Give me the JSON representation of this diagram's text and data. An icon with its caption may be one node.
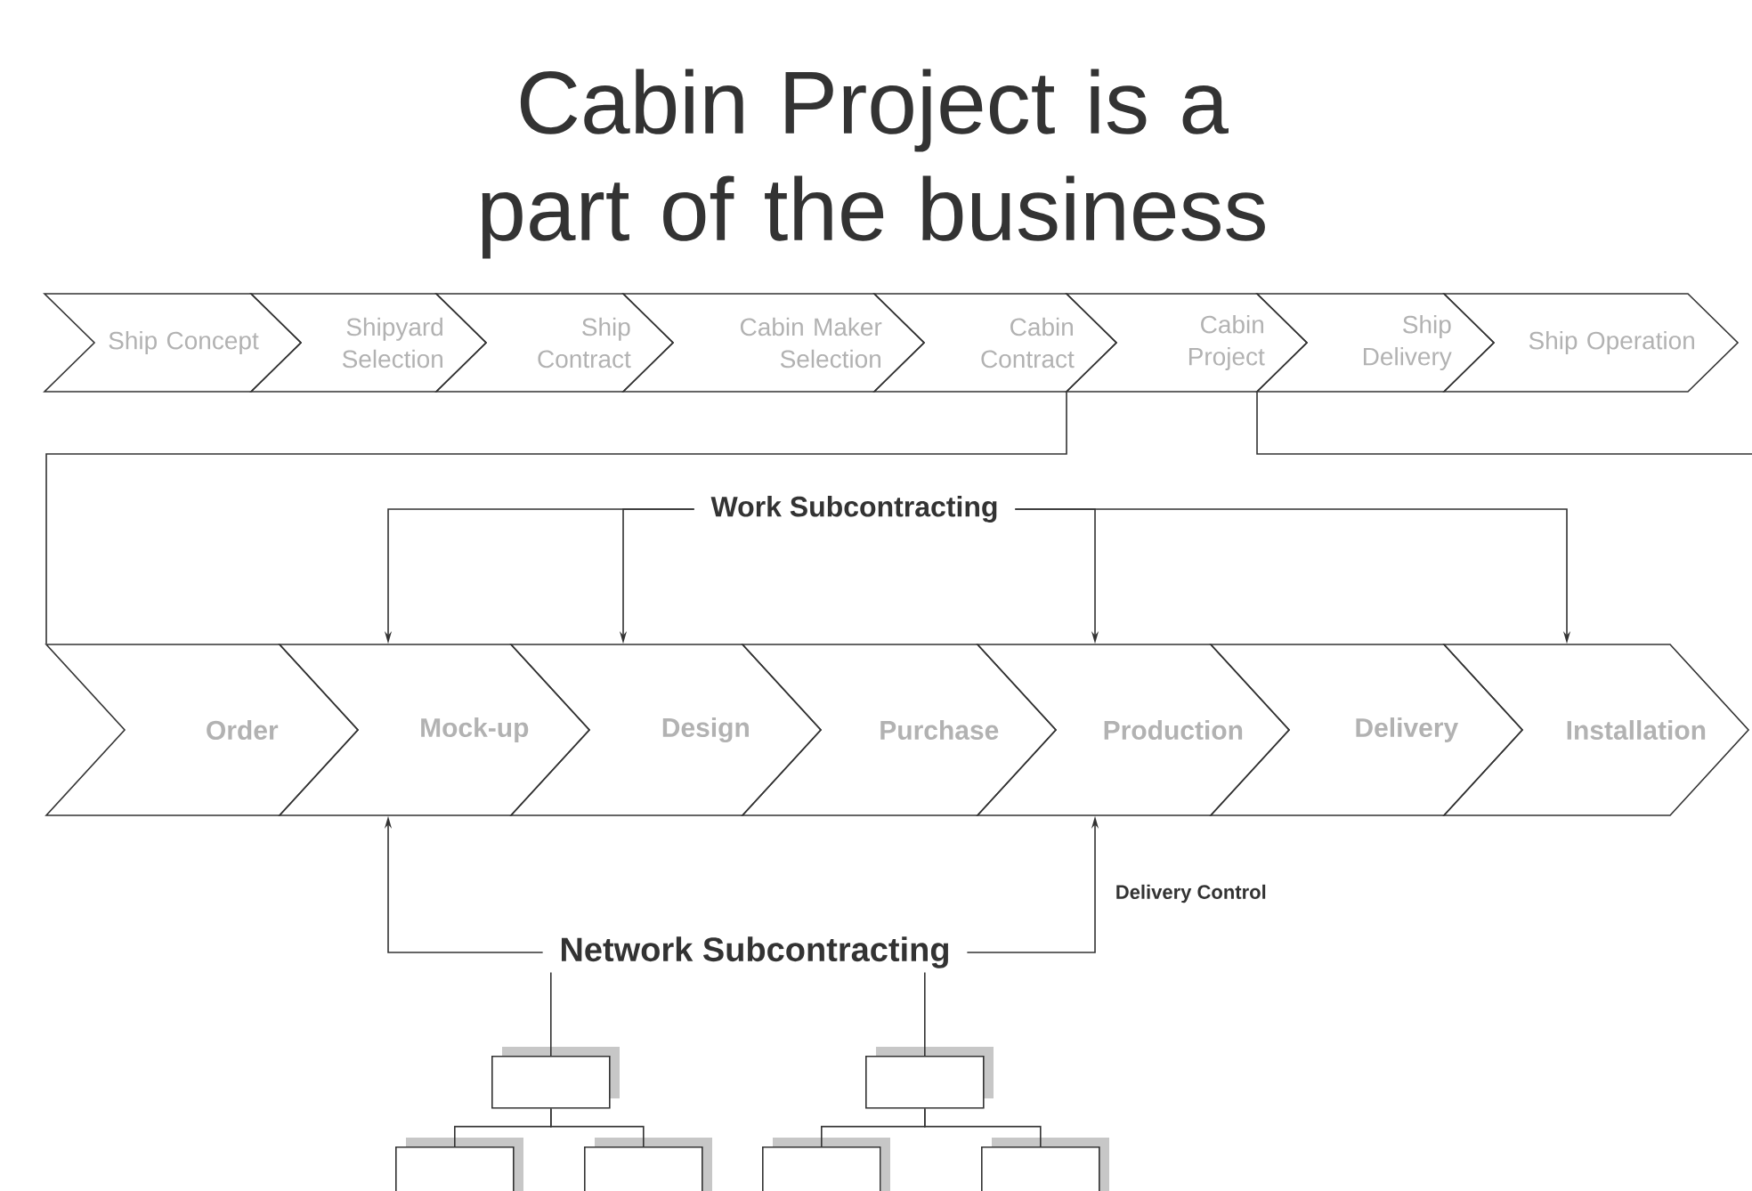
{
  "diagram": {
    "title": "Cabin Project is a part of the business",
    "nodes": [
      {
        "text": [
          "Ship Concept"
        ]
      },
      {
        "text": [
          "Shipyard Selection"
        ]
      },
      {
        "text": [
          "Ship Contract"
        ]
      },
      {
        "text": [
          "Cabin Maker Selection"
        ]
      },
      {
        "text": [
          "Cabin Contract"
        ]
      },
      {
        "text": [
          "Cabin Project"
        ]
      },
      {
        "text": [
          "Ship Delivery"
        ]
      },
      {
        "text": [
          "Ship Operation"
        ]
      },
      {
        "text": [
          "Order"
        ]
      },
      {
        "text": [
          "Mock-up"
        ]
      },
      {
        "text": [
          "Design"
        ]
      },
      {
        "text": [
          "Purchase"
        ]
      },
      {
        "text": [
          "Production"
        ]
      },
      {
        "text": [
          "Delivery"
        ]
      },
      {
        "text": [
          "Installation"
        ]
      },
      {
        "text": [
          "Work Subcontracting"
        ]
      },
      {
        "text": [
          "Network Subcontracting"
        ]
      },
      {
        "text": [],
        "shape": "box"
      },
      {
        "text": [],
        "shape": "box"
      },
      {
        "text": [],
        "shape": "box"
      },
      {
        "text": [],
        "shape": "box"
      },
      {
        "text": [],
        "shape": "box"
      },
      {
        "text": [],
        "shape": "box"
      }
    ],
    "edges": [
      {
        "from": 4,
        "to": 8,
        "arrow": "none"
      },
      {
        "from": 5,
        "to": null,
        "arrow": "none"
      },
      {
        "from": 15,
        "to": 9,
        "arrow": "to"
      },
      {
        "from": 15,
        "to": 10,
        "arrow": "to"
      },
      {
        "from": 15,
        "to": 12,
        "arrow": "to"
      },
      {
        "from": 15,
        "to": 14,
        "arrow": "to"
      },
      {
        "from": 16,
        "to": 9,
        "arrow": "to"
      },
      {
        "from": 16,
        "to": 12,
        "arrow": "to",
        "label": "Delivery Control"
      },
      {
        "from": 16,
        "to": 17,
        "arrow": "none"
      },
      {
        "from": 16,
        "to": 18,
        "arrow": "none"
      },
      {
        "from": 17,
        "to": 19,
        "arrow": "none"
      },
      {
        "from": 17,
        "to": 20,
        "arrow": "none"
      },
      {
        "from": 18,
        "to": 21,
        "arrow": "none"
      },
      {
        "from": 18,
        "to": 22,
        "arrow": "none"
      }
    ]
  }
}
